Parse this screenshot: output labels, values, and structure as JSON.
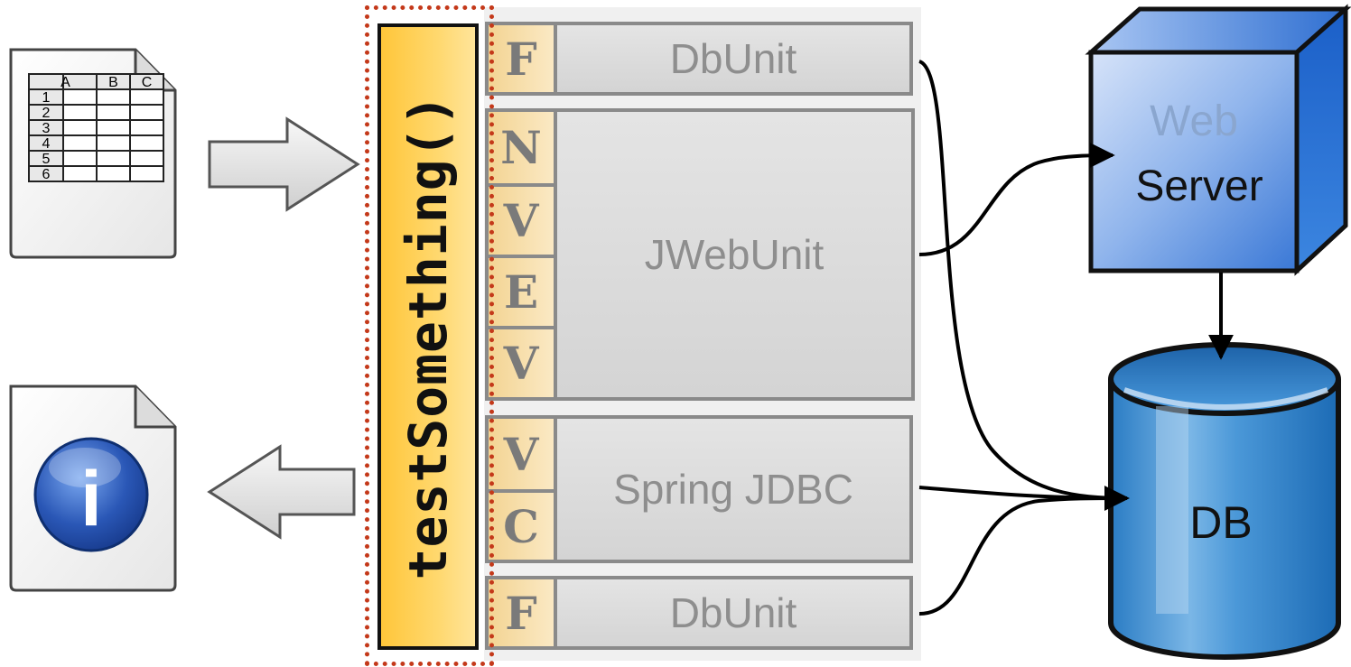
{
  "method": {
    "name": "testSomething()"
  },
  "spreadsheet": {
    "columns": [
      "A",
      "B",
      "C"
    ],
    "rows": [
      "1",
      "2",
      "3",
      "4",
      "5",
      "6"
    ]
  },
  "layers": [
    {
      "label": "DbUnit",
      "letters": [
        "F"
      ]
    },
    {
      "label": "JWebUnit",
      "letters": [
        "N",
        "V",
        "E",
        "V"
      ]
    },
    {
      "label": "Spring JDBC",
      "letters": [
        "V",
        "C"
      ]
    },
    {
      "label": "DbUnit",
      "letters": [
        "F"
      ]
    }
  ],
  "web_server": {
    "line1": "Web",
    "line2": "Server"
  },
  "database": {
    "label": "DB"
  },
  "report_icon": {
    "glyph": "i"
  },
  "colors": {
    "method_fill": "#ffc63a",
    "frame_dotted": "#c4391a",
    "letter_fill": "#f4d79a",
    "layer_text": "#8e8e8e",
    "server_blue": "#6f9fe0",
    "db_blue": "#2f85cc",
    "info_blue": "#2a57b6"
  }
}
